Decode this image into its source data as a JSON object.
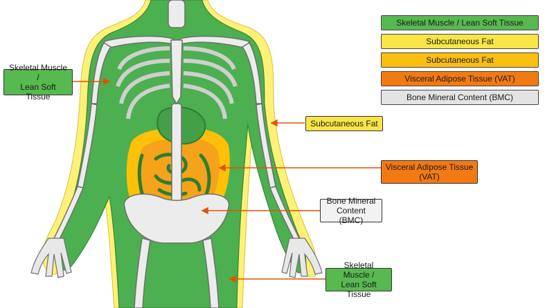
{
  "colors": {
    "muscle": "#4caf50",
    "muscle_dark": "#2e7d32",
    "subcutaneous_fat": "#fff176",
    "subcutaneous_fat_deep": "#ffc107",
    "visceral": "#ef6c00",
    "bmc": "#e0e0e0",
    "bone": "#e8e8e8",
    "bone_outline": "#777777",
    "leader": "#e65100"
  },
  "legend": [
    {
      "label": "Skeletal Muscle / Lean Soft Tissue",
      "color": "#57b94f"
    },
    {
      "label": "Subcutaneous Fat",
      "color": "#f9e547"
    },
    {
      "label": "Subcutaneous Fat",
      "color": "#fbbf12"
    },
    {
      "label": "Visceral Adipose Tissue (VAT)",
      "color": "#f27a12"
    },
    {
      "label": "Bone Mineral Content (BMC)",
      "color": "#e3e3e3"
    }
  ],
  "callouts": {
    "muscle_upper": "Skeletal Muscle /\nLean Soft Tissue",
    "subcutaneous_fat": "Subcutaneous Fat",
    "visceral": "Visceral Adipose Tissue\n(VAT)",
    "bmc": "Bone Mineral\nContent (BMC)",
    "muscle_lower": "Skeletal Muscle /\nLean Soft Tissue"
  }
}
